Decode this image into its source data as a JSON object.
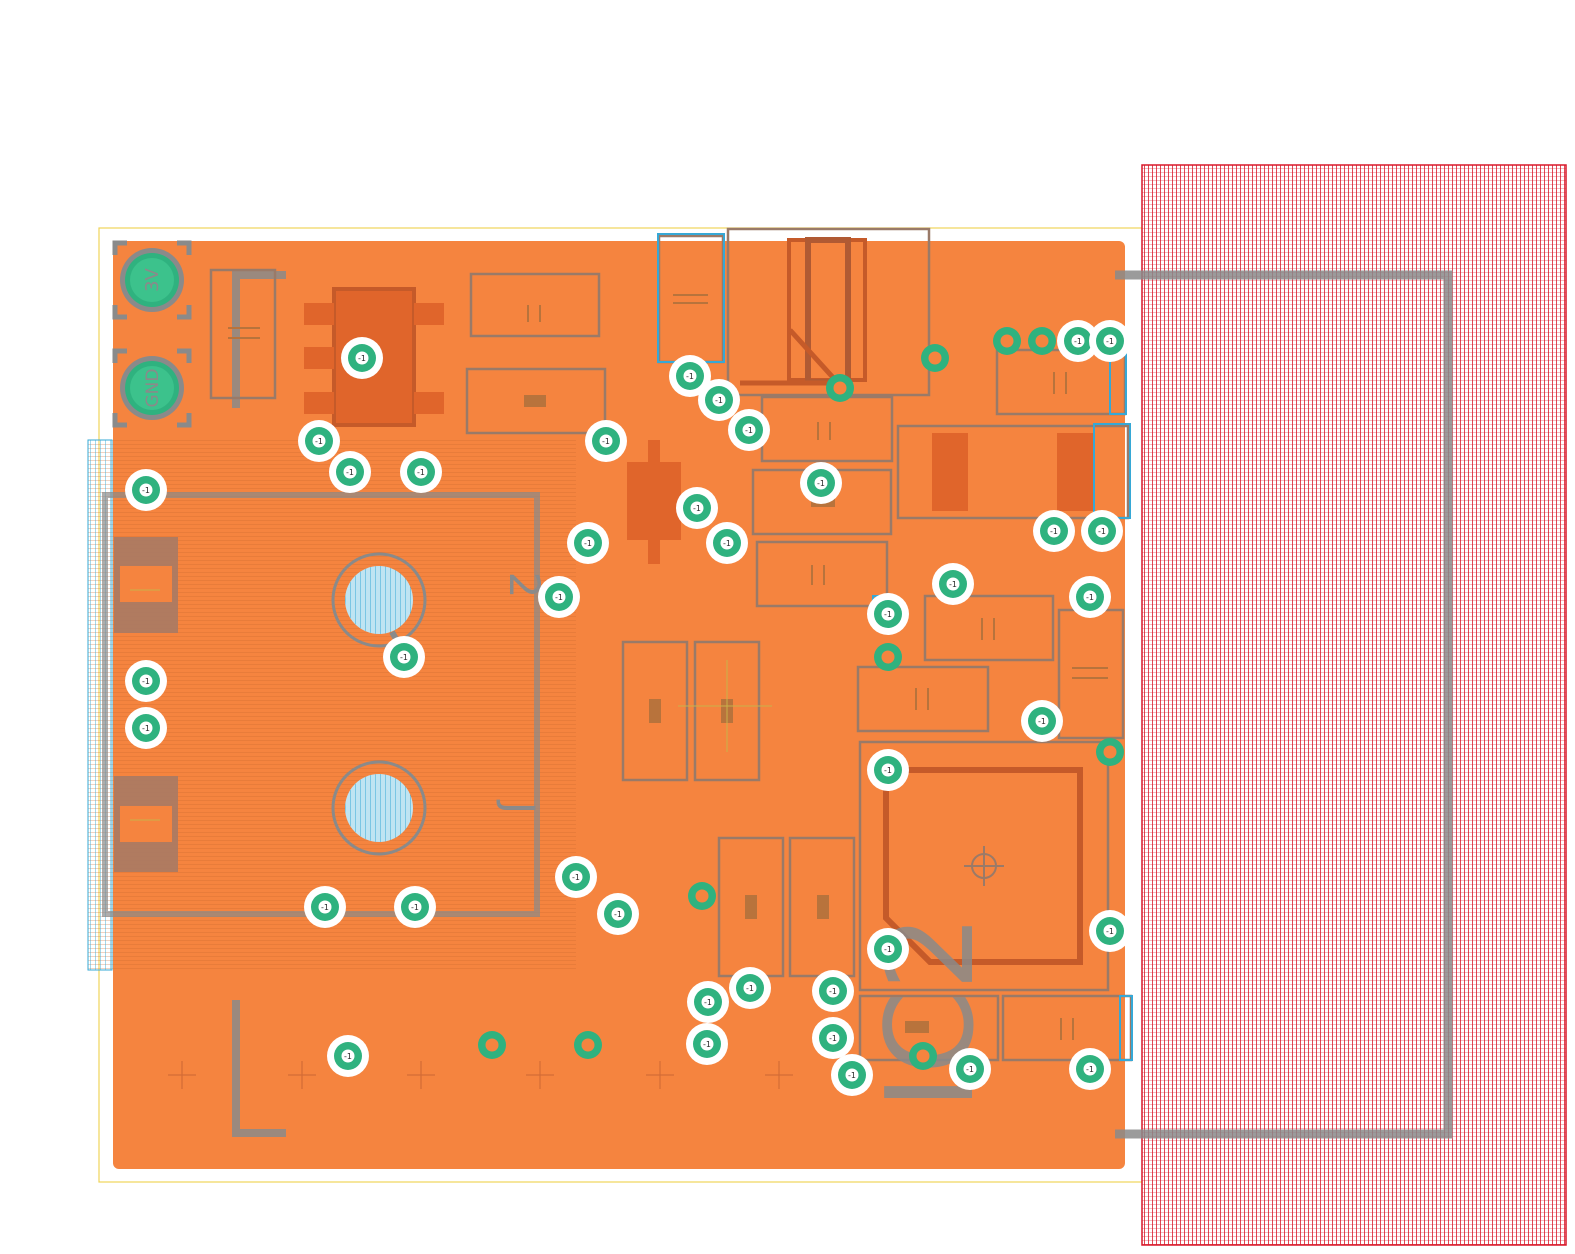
{
  "colors": {
    "background": "#ffffff",
    "copper_pour": "#f5843f",
    "copper_dark": "#e0652b",
    "silkscreen": "#8a8a8a",
    "via_ring": "#2fb27f",
    "via_hole": "#ffffff",
    "keepout": "#d8192a",
    "outline": "#f0d45a",
    "highlight": "#36a8d6"
  },
  "labels": {
    "pin_3v": "3V",
    "pin_gnd": "GND",
    "ref_2": "2",
    "ref_j": "J",
    "ref_ic2": "IC2",
    "via_text": "-1"
  }
}
